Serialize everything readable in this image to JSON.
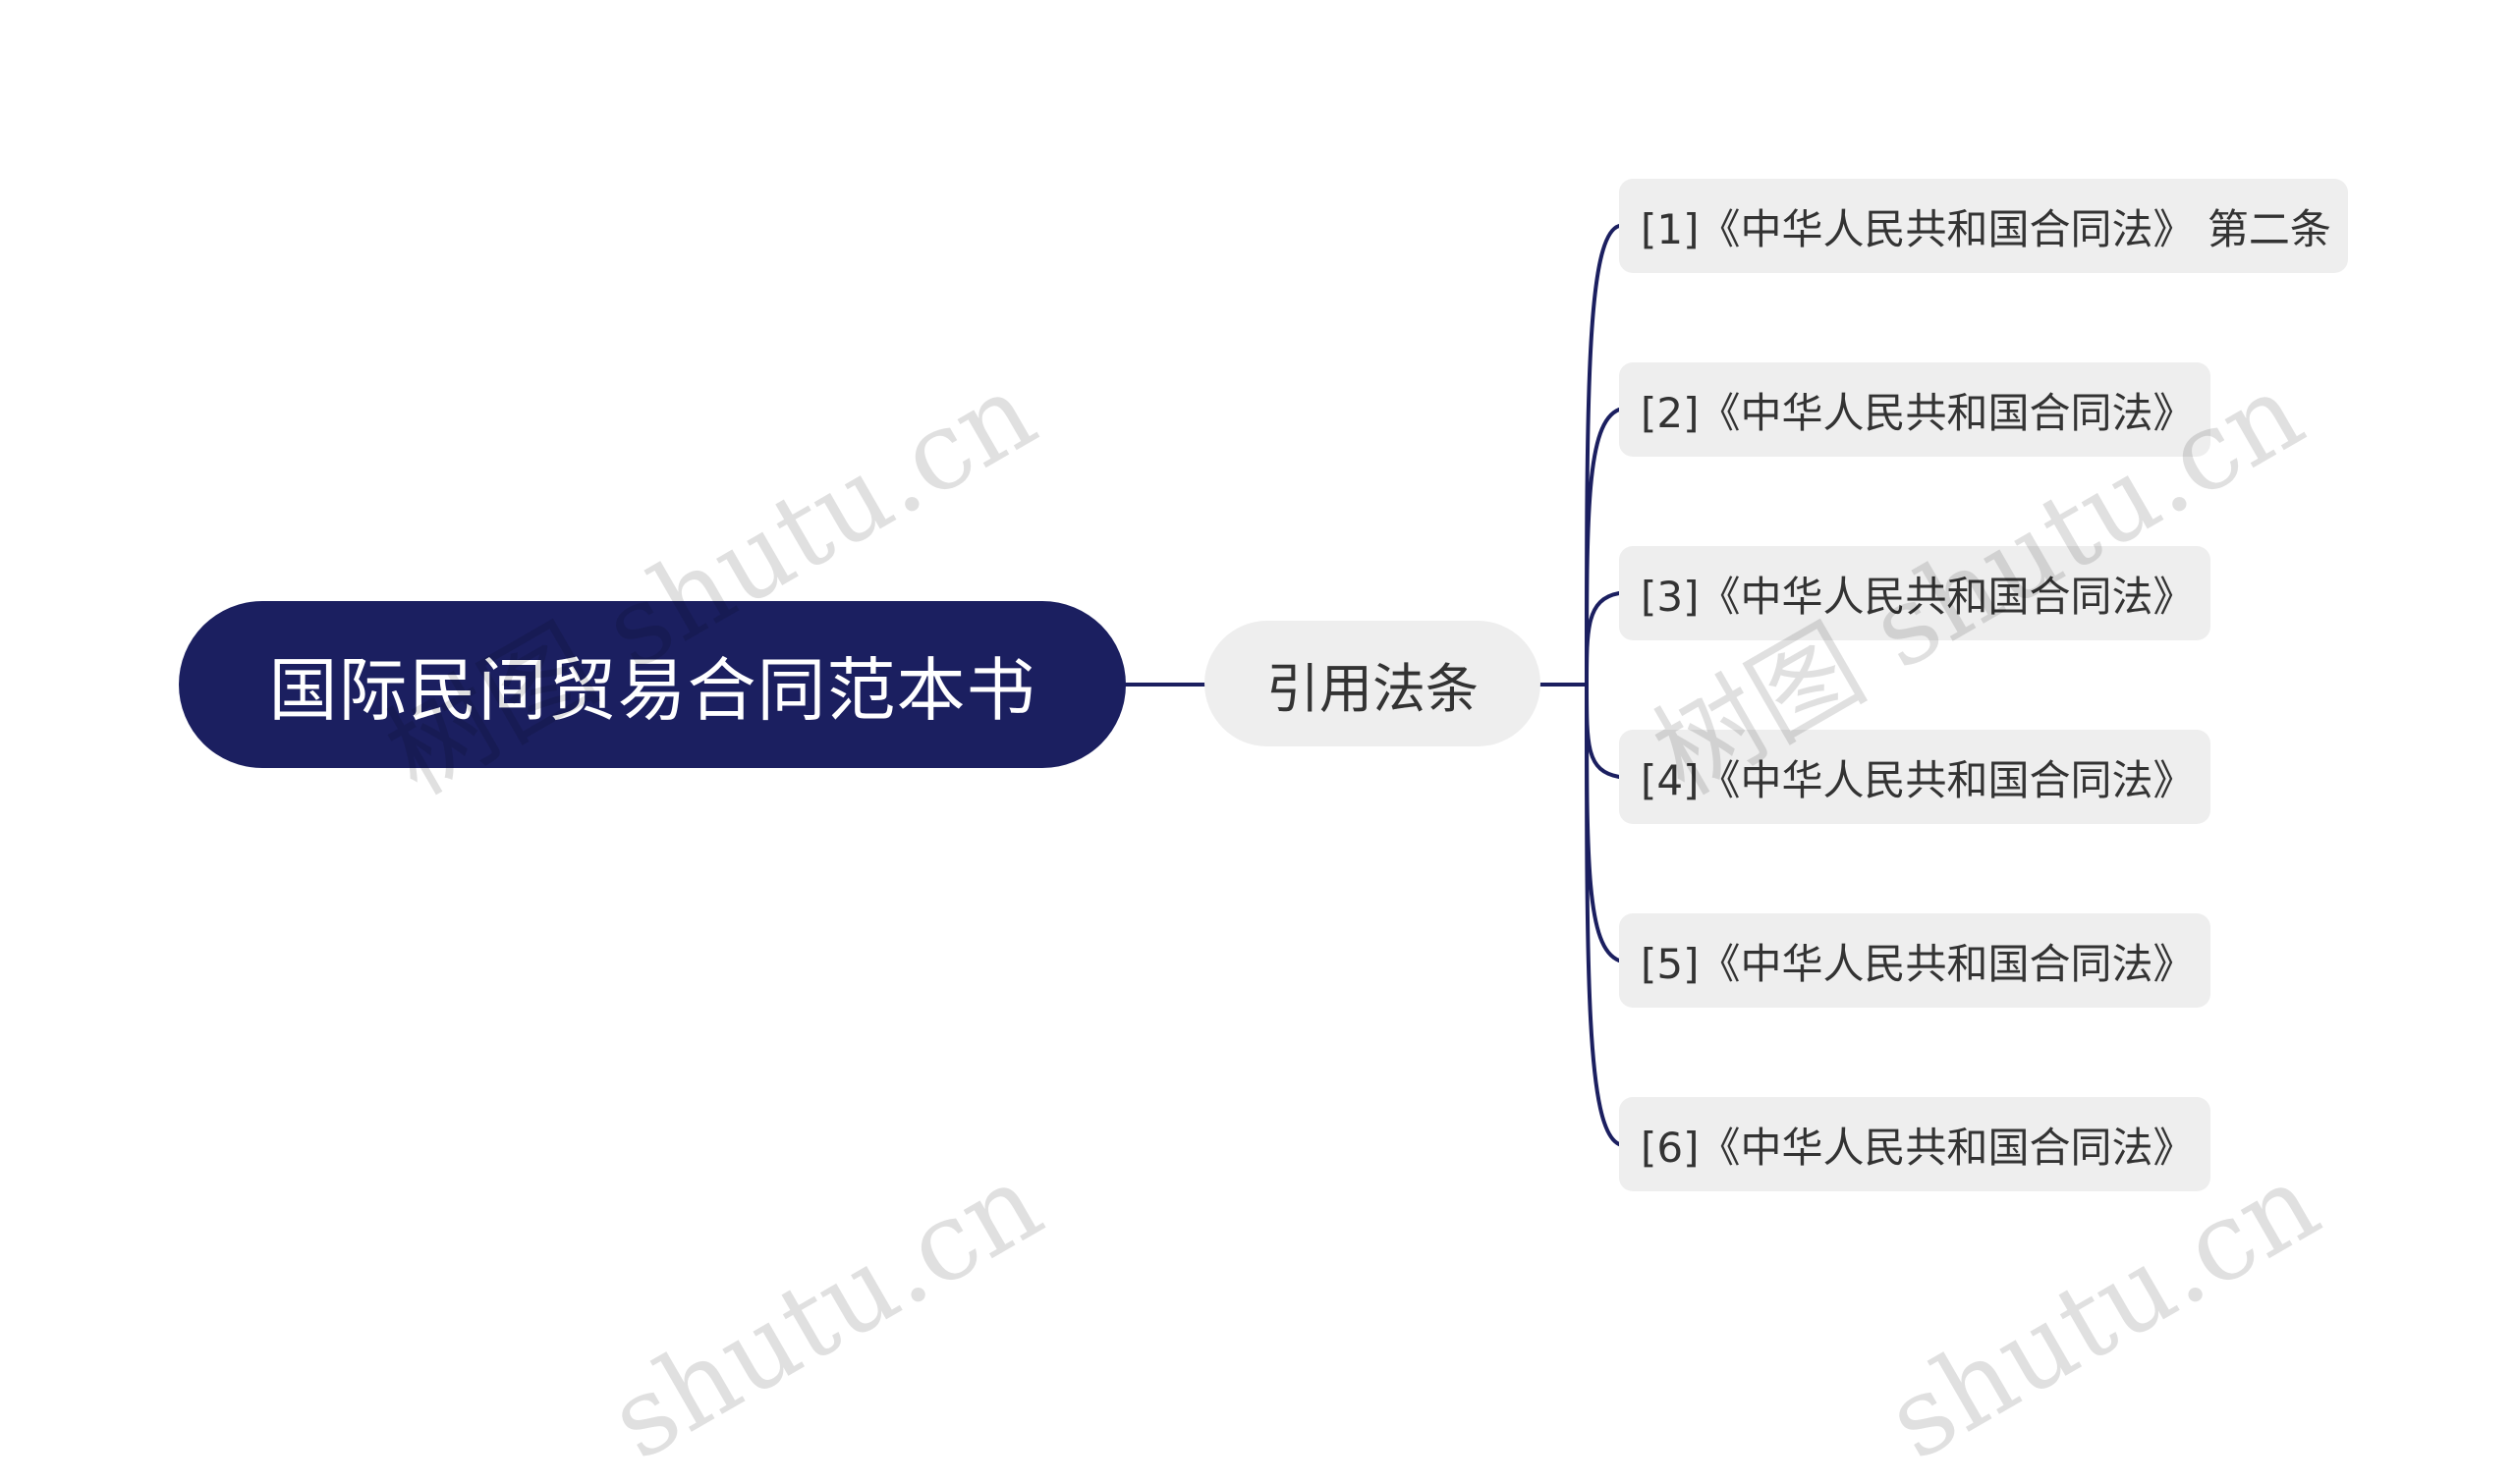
{
  "root": {
    "label": "国际民间贸易合同范本书"
  },
  "branch": {
    "label": "引用法条"
  },
  "leaves": [
    {
      "label": "[1]《中华人民共和国合同法》 第二条"
    },
    {
      "label": "[2]《中华人民共和国合同法》"
    },
    {
      "label": "[3]《中华人民共和国合同法》"
    },
    {
      "label": "[4]《中华人民共和国合同法》"
    },
    {
      "label": "[5]《中华人民共和国合同法》"
    },
    {
      "label": "[6]《中华人民共和国合同法》"
    }
  ],
  "watermarks": [
    {
      "text": "树图 shutu.cn"
    },
    {
      "text": "树图 shutu.cn"
    },
    {
      "text": "shutu.cn"
    },
    {
      "text": "shutu.cn"
    }
  ],
  "colors": {
    "root_fill": "#1b1f60",
    "node_fill": "#eeeeee",
    "connector": "#1b1f60"
  }
}
